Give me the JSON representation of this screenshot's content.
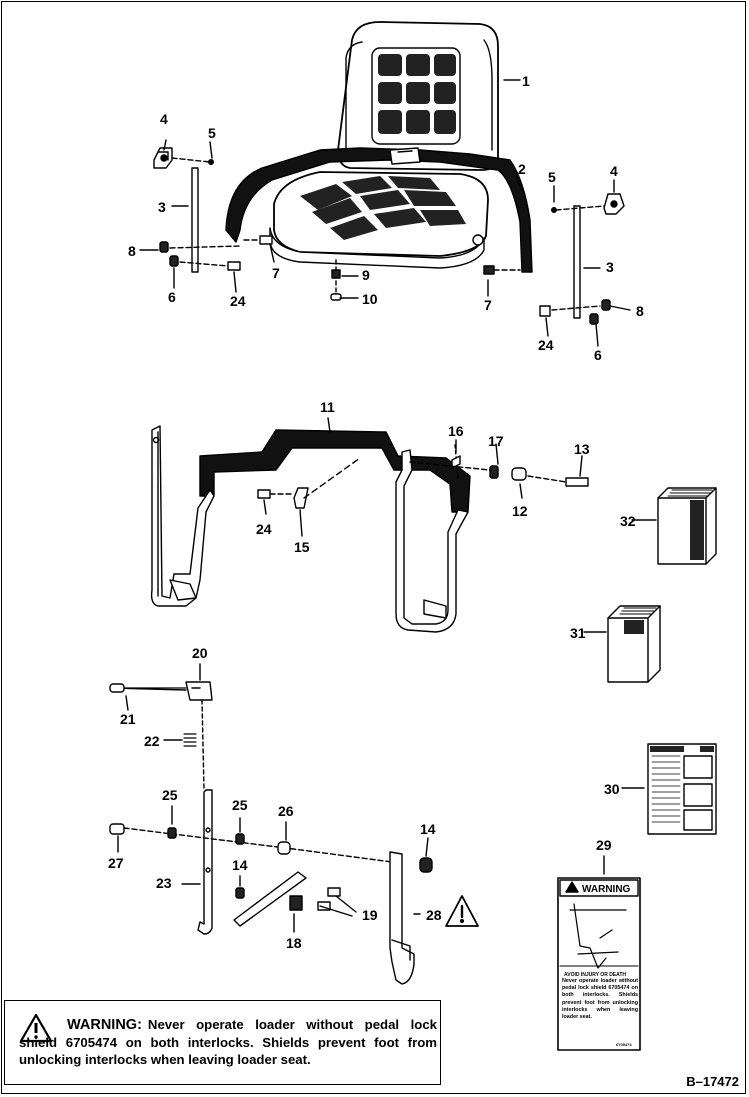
{
  "callouts": [
    "1",
    "2",
    "3",
    "4",
    "5",
    "6",
    "7",
    "8",
    "9",
    "10",
    "11",
    "12",
    "13",
    "14",
    "15",
    "16",
    "17",
    "18",
    "19",
    "20",
    "21",
    "22",
    "23",
    "24",
    "25",
    "26",
    "27",
    "28",
    "29",
    "30",
    "31",
    "32"
  ],
  "warning": {
    "heading": "WARNING:",
    "body": "Never operate loader without pedal lock shield 6705474 on both interlocks. Shields prevent foot from unlocking interlocks when leaving loader seat."
  },
  "decal_29": {
    "heading": "WARNING",
    "subheading": "AVOID INJURY OR DEATH",
    "text": "Never operate loader without pedal lock shield 6705474 on both interlocks. Shields prevent foot from unlocking interlocks when leaving loader seat.",
    "part_no": "6705474"
  },
  "figure_code": "B–17472",
  "icons": [
    "warning-triangle-icon"
  ]
}
